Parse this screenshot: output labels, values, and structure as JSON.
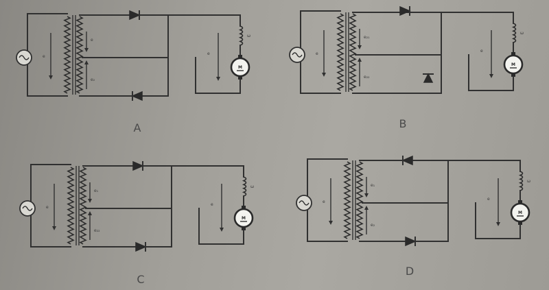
{
  "diagram": {
    "panels": [
      {
        "caption": "A",
        "labels": {
          "source": "e",
          "upper": "e",
          "lower": "e₂",
          "load": "e",
          "inductor": "ω",
          "motor": "M"
        }
      },
      {
        "caption": "B",
        "labels": {
          "source": "e",
          "upper": "e₂₁",
          "lower": "e₂₂",
          "load": "e",
          "inductor": "ω",
          "motor": "M"
        }
      },
      {
        "caption": "C",
        "labels": {
          "source": "e",
          "upper": "e₁",
          "lower": "e₂₂",
          "load": "e",
          "inductor": "ω",
          "motor": "M"
        }
      },
      {
        "caption": "D",
        "labels": {
          "source": "e",
          "upper": "e₁",
          "lower": "e₂",
          "load": "e",
          "inductor": "ω",
          "motor": "M"
        }
      }
    ]
  }
}
